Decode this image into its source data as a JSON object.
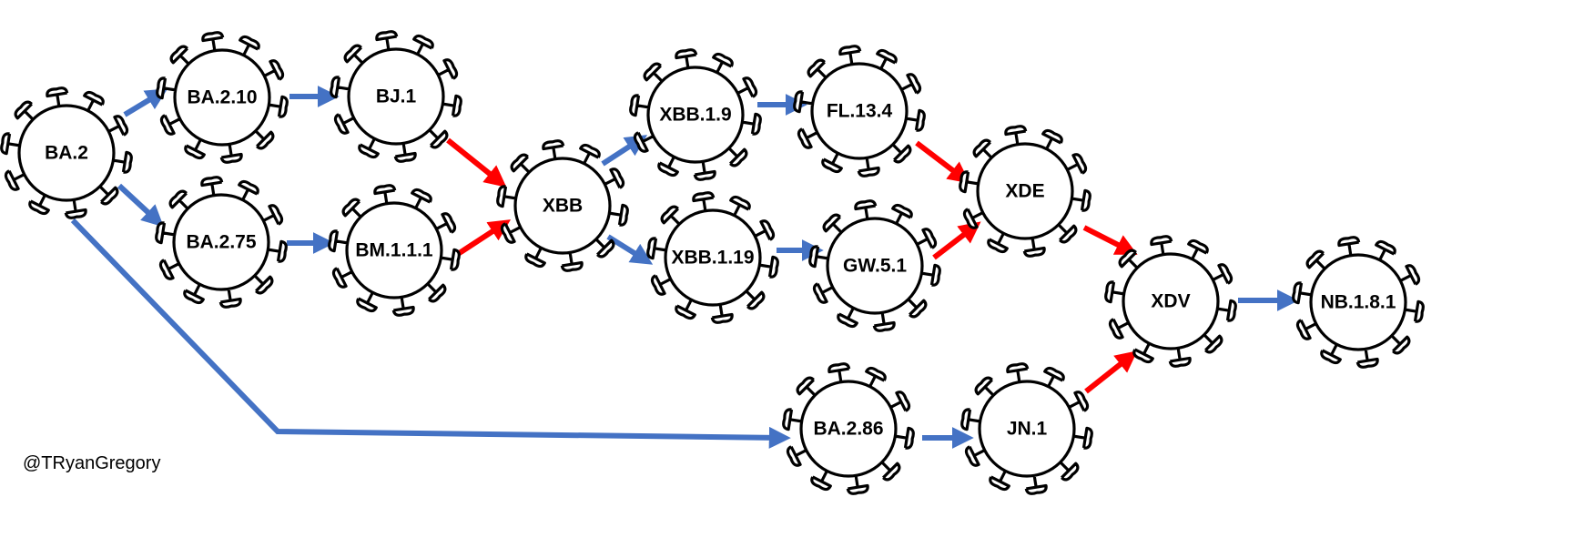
{
  "credit": "@TRyanGregory",
  "colors": {
    "evolution_arrow": "#4472C4",
    "recombination_arrow": "#FF0000",
    "virus_outline": "#000000",
    "virus_fill": "#FFFFFF"
  },
  "icon": "coronavirus-icon",
  "nodes": [
    {
      "id": "ba2",
      "label": "BA.2"
    },
    {
      "id": "ba210",
      "label": "BA.2.10"
    },
    {
      "id": "bj1",
      "label": "BJ.1"
    },
    {
      "id": "ba275",
      "label": "BA.2.75"
    },
    {
      "id": "bm111",
      "label": "BM.1.1.1"
    },
    {
      "id": "xbb",
      "label": "XBB"
    },
    {
      "id": "xbb19",
      "label": "XBB.1.9"
    },
    {
      "id": "fl134",
      "label": "FL.13.4"
    },
    {
      "id": "xbb119",
      "label": "XBB.1.19"
    },
    {
      "id": "gw51",
      "label": "GW.5.1"
    },
    {
      "id": "xde",
      "label": "XDE"
    },
    {
      "id": "xdv",
      "label": "XDV"
    },
    {
      "id": "nb181",
      "label": "NB.1.8.1"
    },
    {
      "id": "ba286",
      "label": "BA.2.86"
    },
    {
      "id": "jn1",
      "label": "JN.1"
    }
  ],
  "edges": [
    {
      "from": "ba2",
      "to": "ba210",
      "kind": "evolution"
    },
    {
      "from": "ba2",
      "to": "ba275",
      "kind": "evolution"
    },
    {
      "from": "ba210",
      "to": "bj1",
      "kind": "evolution"
    },
    {
      "from": "ba275",
      "to": "bm111",
      "kind": "evolution"
    },
    {
      "from": "bj1",
      "to": "xbb",
      "kind": "recombination"
    },
    {
      "from": "bm111",
      "to": "xbb",
      "kind": "recombination"
    },
    {
      "from": "xbb",
      "to": "xbb19",
      "kind": "evolution"
    },
    {
      "from": "xbb",
      "to": "xbb119",
      "kind": "evolution"
    },
    {
      "from": "xbb19",
      "to": "fl134",
      "kind": "evolution"
    },
    {
      "from": "xbb119",
      "to": "gw51",
      "kind": "evolution"
    },
    {
      "from": "fl134",
      "to": "xde",
      "kind": "recombination"
    },
    {
      "from": "gw51",
      "to": "xde",
      "kind": "recombination"
    },
    {
      "from": "xde",
      "to": "xdv",
      "kind": "recombination"
    },
    {
      "from": "jn1",
      "to": "xdv",
      "kind": "recombination"
    },
    {
      "from": "xdv",
      "to": "nb181",
      "kind": "evolution"
    },
    {
      "from": "ba2",
      "to": "ba286",
      "kind": "evolution"
    },
    {
      "from": "ba286",
      "to": "jn1",
      "kind": "evolution"
    }
  ]
}
